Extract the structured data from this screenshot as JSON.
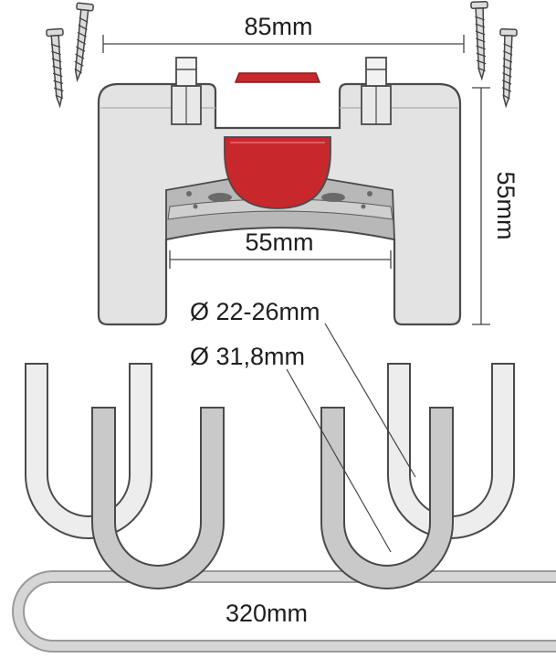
{
  "labels": {
    "width_top": "85mm",
    "height_side": "55mm",
    "width_inner": "55mm",
    "diameter_small": "Ø 22-26mm",
    "diameter_large": "Ø 31,8mm",
    "cable_length": "320mm"
  },
  "colors": {
    "body_fill": "#e3e3e3",
    "body_stroke": "#4a4a4a",
    "accent_red": "#c8282c",
    "bracket_light": "#ededed",
    "bracket_mid": "#c9c9c9",
    "line": "#444444"
  }
}
